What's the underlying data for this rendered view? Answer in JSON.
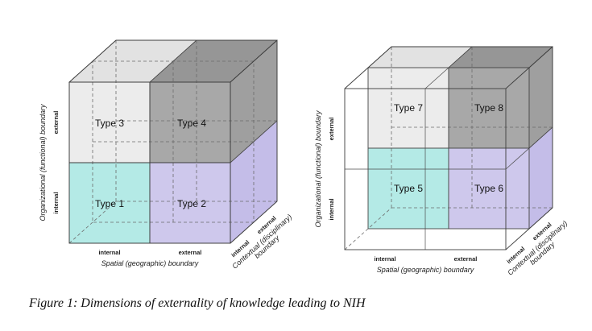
{
  "figure": {
    "caption": "Figure 1: Dimensions of externality of knowledge leading to NIH"
  },
  "axes": {
    "org_boundary_title": "Organizational (functional) boundary",
    "spatial_boundary_title": "Spatial (geographic) boundary",
    "contextual_boundary_line1": "Contextual (disciplinary)",
    "contextual_boundary_line2": "boundary",
    "internal_label": "internal",
    "external_label": "external"
  },
  "left_cube": {
    "types": [
      "Type 1",
      "Type 2",
      "Type 3",
      "Type 4"
    ]
  },
  "right_cube": {
    "types": [
      "Type 5",
      "Type 6",
      "Type 7",
      "Type 8"
    ]
  },
  "colors": {
    "cyan": "#b4eae6",
    "lavender": "#cec8ec",
    "light_gray": "#ececec",
    "light_gray_top": "#e2e2e2",
    "dark_gray": "#a8a8a8",
    "dark_gray_top": "#969696",
    "dark_gray_side": "#9f9f9f",
    "lavender_side": "#c4bde8"
  }
}
